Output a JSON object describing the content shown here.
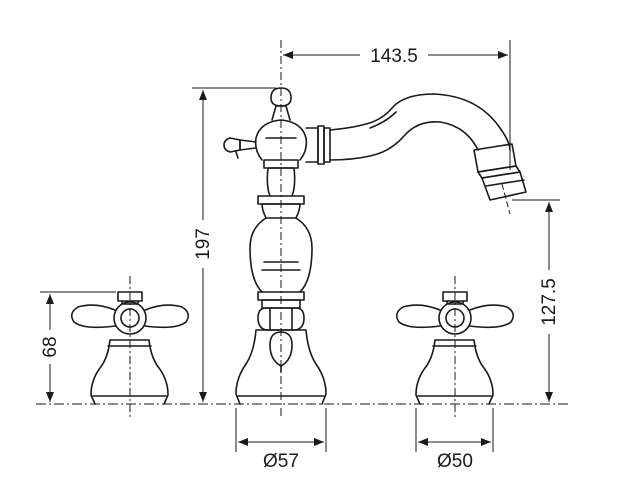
{
  "dimensions": {
    "spout_reach": "143.5",
    "total_height": "197",
    "spout_height": "127.5",
    "handle_height": "68",
    "base_diameter_center": "Ø57",
    "base_diameter_side": "Ø50"
  }
}
